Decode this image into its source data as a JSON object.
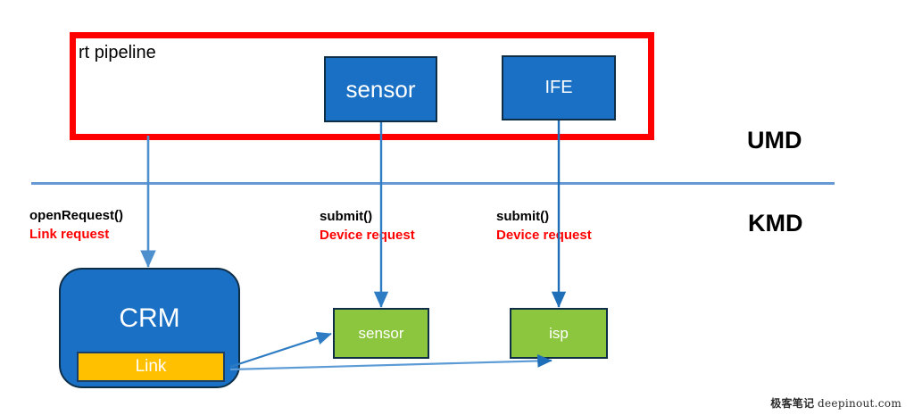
{
  "diagram": {
    "title_label": "rt pipeline",
    "layers": [
      {
        "name": "UMD"
      },
      {
        "name": "KMD"
      }
    ],
    "umd_blocks": [
      {
        "label": "sensor"
      },
      {
        "label": "IFE"
      }
    ],
    "kmd_blocks": [
      {
        "label": "sensor"
      },
      {
        "label": "isp"
      }
    ],
    "crm": {
      "label": "CRM",
      "sub_label": "Link"
    },
    "annotations": [
      {
        "fn": "openRequest()",
        "desc": "Link request"
      },
      {
        "fn": "submit()",
        "desc": "Device request"
      },
      {
        "fn": "submit()",
        "desc": "Device request"
      }
    ],
    "colors": {
      "pipeline_border": "#FF0000",
      "umd_block": "#1A70C4",
      "kmd_block": "#8CC63E",
      "link_block": "#FFC000",
      "arrow": "#2E7CC4",
      "divider": "#6699D4",
      "annotation_fn": "#000000",
      "annotation_desc": "#FF0000"
    }
  },
  "watermark": {
    "cn": "极客笔记",
    "en": "deepinout.com"
  }
}
